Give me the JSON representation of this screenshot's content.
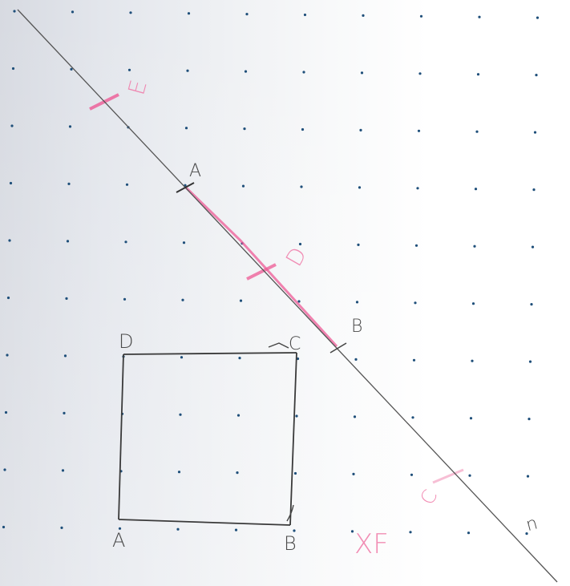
{
  "colors": {
    "paper": "#ffffff",
    "dot": "#1f4f7a",
    "pencil": "#4a4a4a",
    "pink_marker": "#ee5a95"
  },
  "line_labels": {
    "a": "A",
    "b": "B",
    "n": "n"
  },
  "square_labels": {
    "a": "A",
    "b": "B",
    "c": "C",
    "d": "D"
  },
  "pink_labels": {
    "e": "E",
    "d": "D",
    "c": "C",
    "xf": "XF"
  }
}
